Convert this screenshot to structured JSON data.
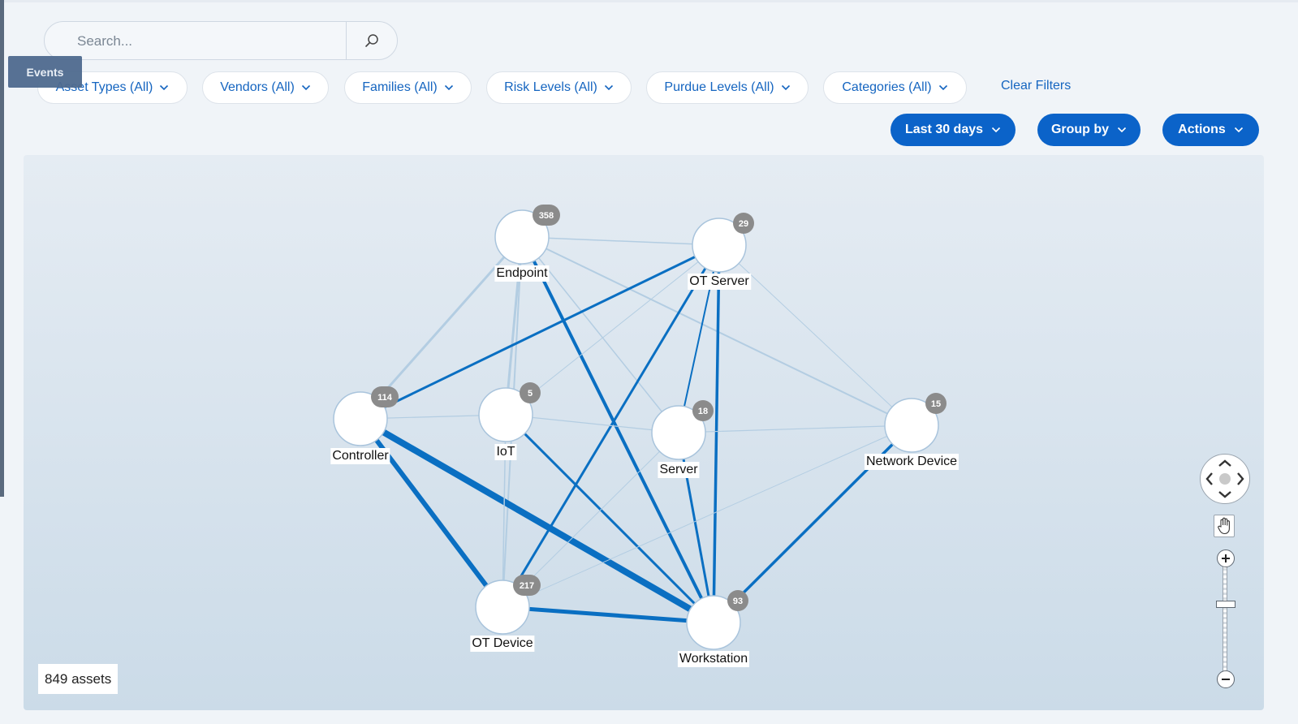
{
  "search": {
    "placeholder": "Search..."
  },
  "events_tab": {
    "label": "Events"
  },
  "filters": [
    {
      "label": "Asset Types (All)"
    },
    {
      "label": "Vendors (All)"
    },
    {
      "label": "Families (All)"
    },
    {
      "label": "Risk Levels (All)"
    },
    {
      "label": "Purdue Levels (All)"
    },
    {
      "label": "Categories (All)"
    }
  ],
  "clear_filters": "Clear Filters",
  "toolbar": {
    "time_range": "Last 30 days",
    "group_by": "Group by",
    "actions": "Actions"
  },
  "colors": {
    "accent": "#0b63c9",
    "link": "#1565c0",
    "edge_strong": "#0a6fc2",
    "edge_weak": "#b3cde2",
    "badge": "#8b8b8b"
  },
  "graph": {
    "nodes": [
      {
        "id": "endpoint",
        "label": "Endpoint",
        "count": "358"
      },
      {
        "id": "ot_server",
        "label": "OT Server",
        "count": "29"
      },
      {
        "id": "controller",
        "label": "Controller",
        "count": "114"
      },
      {
        "id": "iot",
        "label": "IoT",
        "count": "5"
      },
      {
        "id": "server",
        "label": "Server",
        "count": "18"
      },
      {
        "id": "network_device",
        "label": "Network Device",
        "count": "15"
      },
      {
        "id": "ot_device",
        "label": "OT Device",
        "count": "217"
      },
      {
        "id": "workstation",
        "label": "Workstation",
        "count": "93"
      }
    ],
    "total_assets": "849 assets"
  },
  "icons": {
    "search": "search-icon",
    "chevron": "chevron-down-icon",
    "pan": "pan-arrows-icon",
    "hand": "hand-icon",
    "zoom_in": "plus-icon",
    "zoom_out": "minus-icon"
  }
}
